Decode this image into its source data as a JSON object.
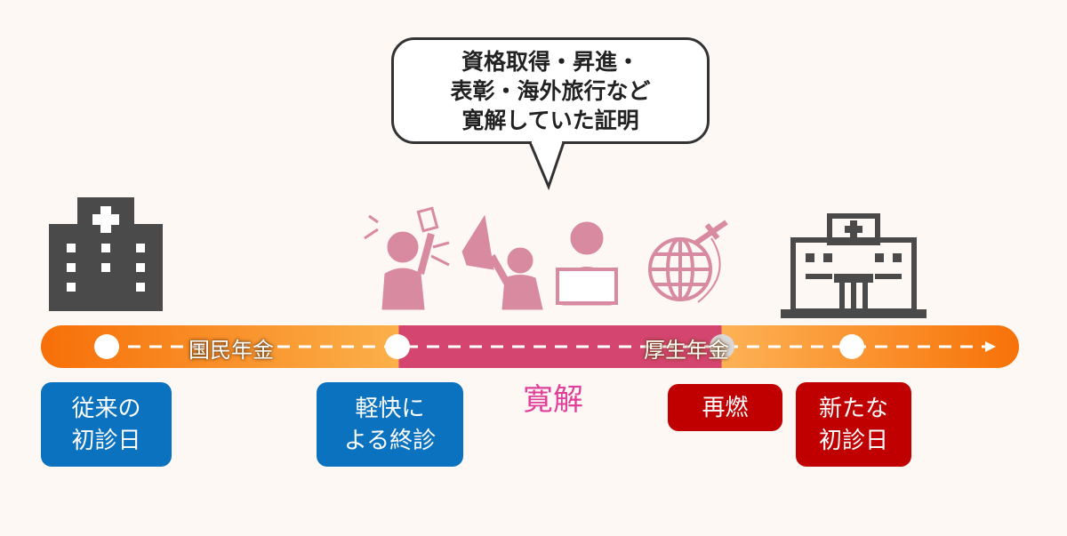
{
  "bubble": {
    "lines": [
      "資格取得・昇進・",
      "表彰・海外旅行など",
      "寛解していた証明"
    ]
  },
  "timeline": {
    "segment_labels": {
      "national": "国民年金",
      "employee": "厚生年金"
    },
    "remission_label": "寛解"
  },
  "events": [
    {
      "lines": [
        "従来の",
        "初診日"
      ]
    },
    {
      "lines": [
        "軽快に",
        "よる終診"
      ]
    },
    {
      "lines": [
        "再燃"
      ]
    },
    {
      "lines": [
        "新たな",
        "初診日"
      ]
    }
  ],
  "colors": {
    "blue": "#0b72c0",
    "red": "#c00000",
    "pink": "#d4456f",
    "remission_text": "#e0409a",
    "icon_pink": "#d88aa0",
    "icon_grey": "#4a4a4a"
  }
}
